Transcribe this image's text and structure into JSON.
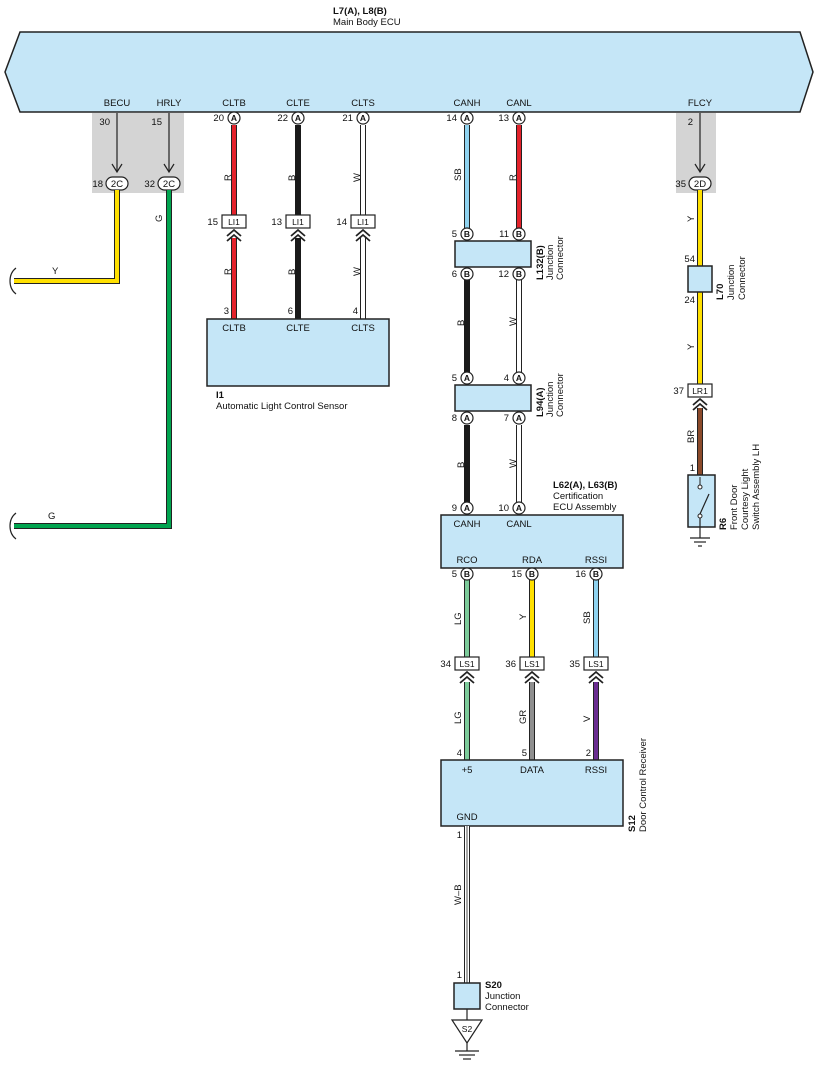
{
  "ecu": {
    "code": "L7(A), L8(B)",
    "name": "Main Body ECU"
  },
  "ecu_pins": [
    {
      "name": "BECU",
      "pin": "30"
    },
    {
      "name": "HRLY",
      "pin": "15"
    },
    {
      "name": "CLTB",
      "pin": "20",
      "conn": "A"
    },
    {
      "name": "CLTE",
      "pin": "22",
      "conn": "A"
    },
    {
      "name": "CLTS",
      "pin": "21",
      "conn": "A"
    },
    {
      "name": "CANH",
      "pin": "14",
      "conn": "A"
    },
    {
      "name": "CANL",
      "pin": "13",
      "conn": "A"
    },
    {
      "name": "FLCY",
      "pin": "2"
    }
  ],
  "ecu_connectors": [
    {
      "pin": "18",
      "label": "2C"
    },
    {
      "pin": "32",
      "label": "2C"
    },
    {
      "pin": "35",
      "label": "2D"
    }
  ],
  "branches": [
    {
      "color_code": "Y"
    },
    {
      "color_code": "G"
    }
  ],
  "light_sensor": {
    "code": "I1",
    "name": "Automatic Light Control Sensor",
    "pins": [
      {
        "name": "CLTB",
        "pin": "3",
        "wire_top": "R",
        "wire_bottom": "R",
        "li_pin": "15",
        "li": "LI1"
      },
      {
        "name": "CLTE",
        "pin": "6",
        "wire_top": "B",
        "wire_bottom": "B",
        "li_pin": "13",
        "li": "LI1"
      },
      {
        "name": "CLTS",
        "pin": "4",
        "wire_top": "W",
        "wire_bottom": "W",
        "li_pin": "14",
        "li": "LI1"
      }
    ]
  },
  "junction_l132": {
    "code": "L132(B)",
    "name1": "Junction",
    "name2": "Connector",
    "pins_top": [
      {
        "pin": "5",
        "conn": "B"
      },
      {
        "pin": "11",
        "conn": "B"
      }
    ],
    "pins_bottom": [
      {
        "pin": "6",
        "conn": "B"
      },
      {
        "pin": "12",
        "conn": "B"
      }
    ]
  },
  "junction_l94": {
    "code": "L94(A)",
    "name1": "Junction",
    "name2": "Connector",
    "pins_top": [
      {
        "pin": "5",
        "conn": "A"
      },
      {
        "pin": "4",
        "conn": "A"
      }
    ],
    "pins_bottom": [
      {
        "pin": "8",
        "conn": "A"
      },
      {
        "pin": "7",
        "conn": "A"
      }
    ]
  },
  "can_wires": [
    {
      "seg1": "SB",
      "seg2": "B",
      "seg3": "B"
    },
    {
      "seg1": "R",
      "seg2": "W",
      "seg3": "W"
    }
  ],
  "cert_ecu": {
    "code": "L62(A), L63(B)",
    "name1": "Certification",
    "name2": "ECU Assembly",
    "in_pins": [
      {
        "name": "CANH",
        "pin": "9",
        "conn": "A"
      },
      {
        "name": "CANL",
        "pin": "10",
        "conn": "A"
      }
    ],
    "out_pins": [
      {
        "name": "RCO",
        "pin": "5",
        "conn": "B",
        "wire_top": "LG",
        "ls_pin": "34",
        "ls": "LS1",
        "wire_bottom": "LG",
        "recv_pin": "4"
      },
      {
        "name": "RDA",
        "pin": "15",
        "conn": "B",
        "wire_top": "Y",
        "ls_pin": "36",
        "ls": "LS1",
        "wire_bottom": "GR",
        "recv_pin": "5"
      },
      {
        "name": "RSSI",
        "pin": "16",
        "conn": "B",
        "wire_top": "SB",
        "ls_pin": "35",
        "ls": "LS1",
        "wire_bottom": "V",
        "recv_pin": "2"
      }
    ]
  },
  "receiver": {
    "code": "S12",
    "name": "Door Control Receiver",
    "pins": [
      "+5",
      "DATA",
      "RSSI"
    ],
    "gnd": "GND",
    "gnd_pin": "1",
    "wire": "W–B"
  },
  "junction_s20": {
    "code": "S20",
    "name1": "Junction",
    "name2": "Connector",
    "pin": "1",
    "ground": "S2"
  },
  "flcy_branch": {
    "wire1": "Y",
    "l70_pin_top": "54",
    "l70_pin_bottom": "24",
    "l70_code": "L70",
    "l70_name1": "Junction",
    "l70_name2": "Connector",
    "wire2": "Y",
    "lr_pin": "37",
    "lr": "LR1",
    "wire3": "BR",
    "switch_pin": "1",
    "switch_code": "R6",
    "switch_name1": "Front Door",
    "switch_name2": "Courtesy Light",
    "switch_name3": "Switch Assembly LH"
  },
  "colors": {
    "box_fill": "#c5e6f7",
    "red": "#e3222b",
    "black": "#1a1a1a",
    "white_wire": "#ffffff",
    "yellow": "#ffe000",
    "green": "#00a44f",
    "sky_blue": "#8fd3f0",
    "light_green": "#7ccb9a",
    "gray": "#8f8f8f",
    "violet": "#6a2d91",
    "brown": "#8b4a2b",
    "gray_panel": "#d4d4d4"
  }
}
